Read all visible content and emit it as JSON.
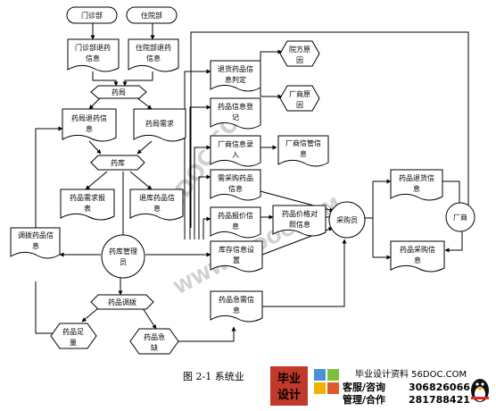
{
  "nodes": {
    "outpatient": "门诊部",
    "inpatient": "住院部",
    "op_return": [
      "门诊部退药",
      "信息"
    ],
    "ip_return": [
      "住院部退药",
      "信息"
    ],
    "pharmacy": "药局",
    "pharm_return": [
      "药局退药信",
      "息"
    ],
    "pharm_demand": [
      "药局需求"
    ],
    "storehouse": "药库",
    "drug_demand_report": [
      "药品需求报",
      "表"
    ],
    "return_drug_info": [
      "退库药品信",
      "息"
    ],
    "transfer_info": [
      "调拨药品信",
      "息"
    ],
    "manager": [
      "药库管理",
      "员"
    ],
    "drug_transfer": "药品调拨",
    "drug_sufficient": [
      "药品足",
      "量"
    ],
    "drug_shortage": [
      "药品急",
      "缺"
    ],
    "return_judge": [
      "退货药品信",
      "息判定"
    ],
    "drug_register": [
      "药品信息登",
      "记"
    ],
    "vendor_entry": [
      "厂商信息录",
      "入"
    ],
    "need_purchase": [
      "需采购药品",
      "信息"
    ],
    "price_report": [
      "药品报价信",
      "息"
    ],
    "stock_setting": [
      "库存信息设",
      "置"
    ],
    "urgent_need": [
      "药品急需信",
      "息"
    ],
    "hospital_reason": [
      "院方原",
      "因"
    ],
    "vendor_reason": [
      "厂商原",
      "因"
    ],
    "vendor_manage": [
      "厂商信管信",
      "息"
    ],
    "price_compare": [
      "药品价格对",
      "照信息"
    ],
    "purchaser": "采购员",
    "return_goods": [
      "药品退货信",
      "息"
    ],
    "vendor": "厂商",
    "purchase_info": [
      "药品采购信",
      "息"
    ]
  },
  "caption": "图 2-1   系统业",
  "watermark": {
    "brand": [
      "毕业",
      "设计"
    ],
    "site": "毕业设计资料  56DOC.COM",
    "line1_label": "客服/咨询",
    "line1_num": "306826066",
    "line2_label": "管理/合作",
    "line2_num": "281788421",
    "diag1": "56DOC.COM",
    "diag2": "WWW.56DOC.COM"
  }
}
